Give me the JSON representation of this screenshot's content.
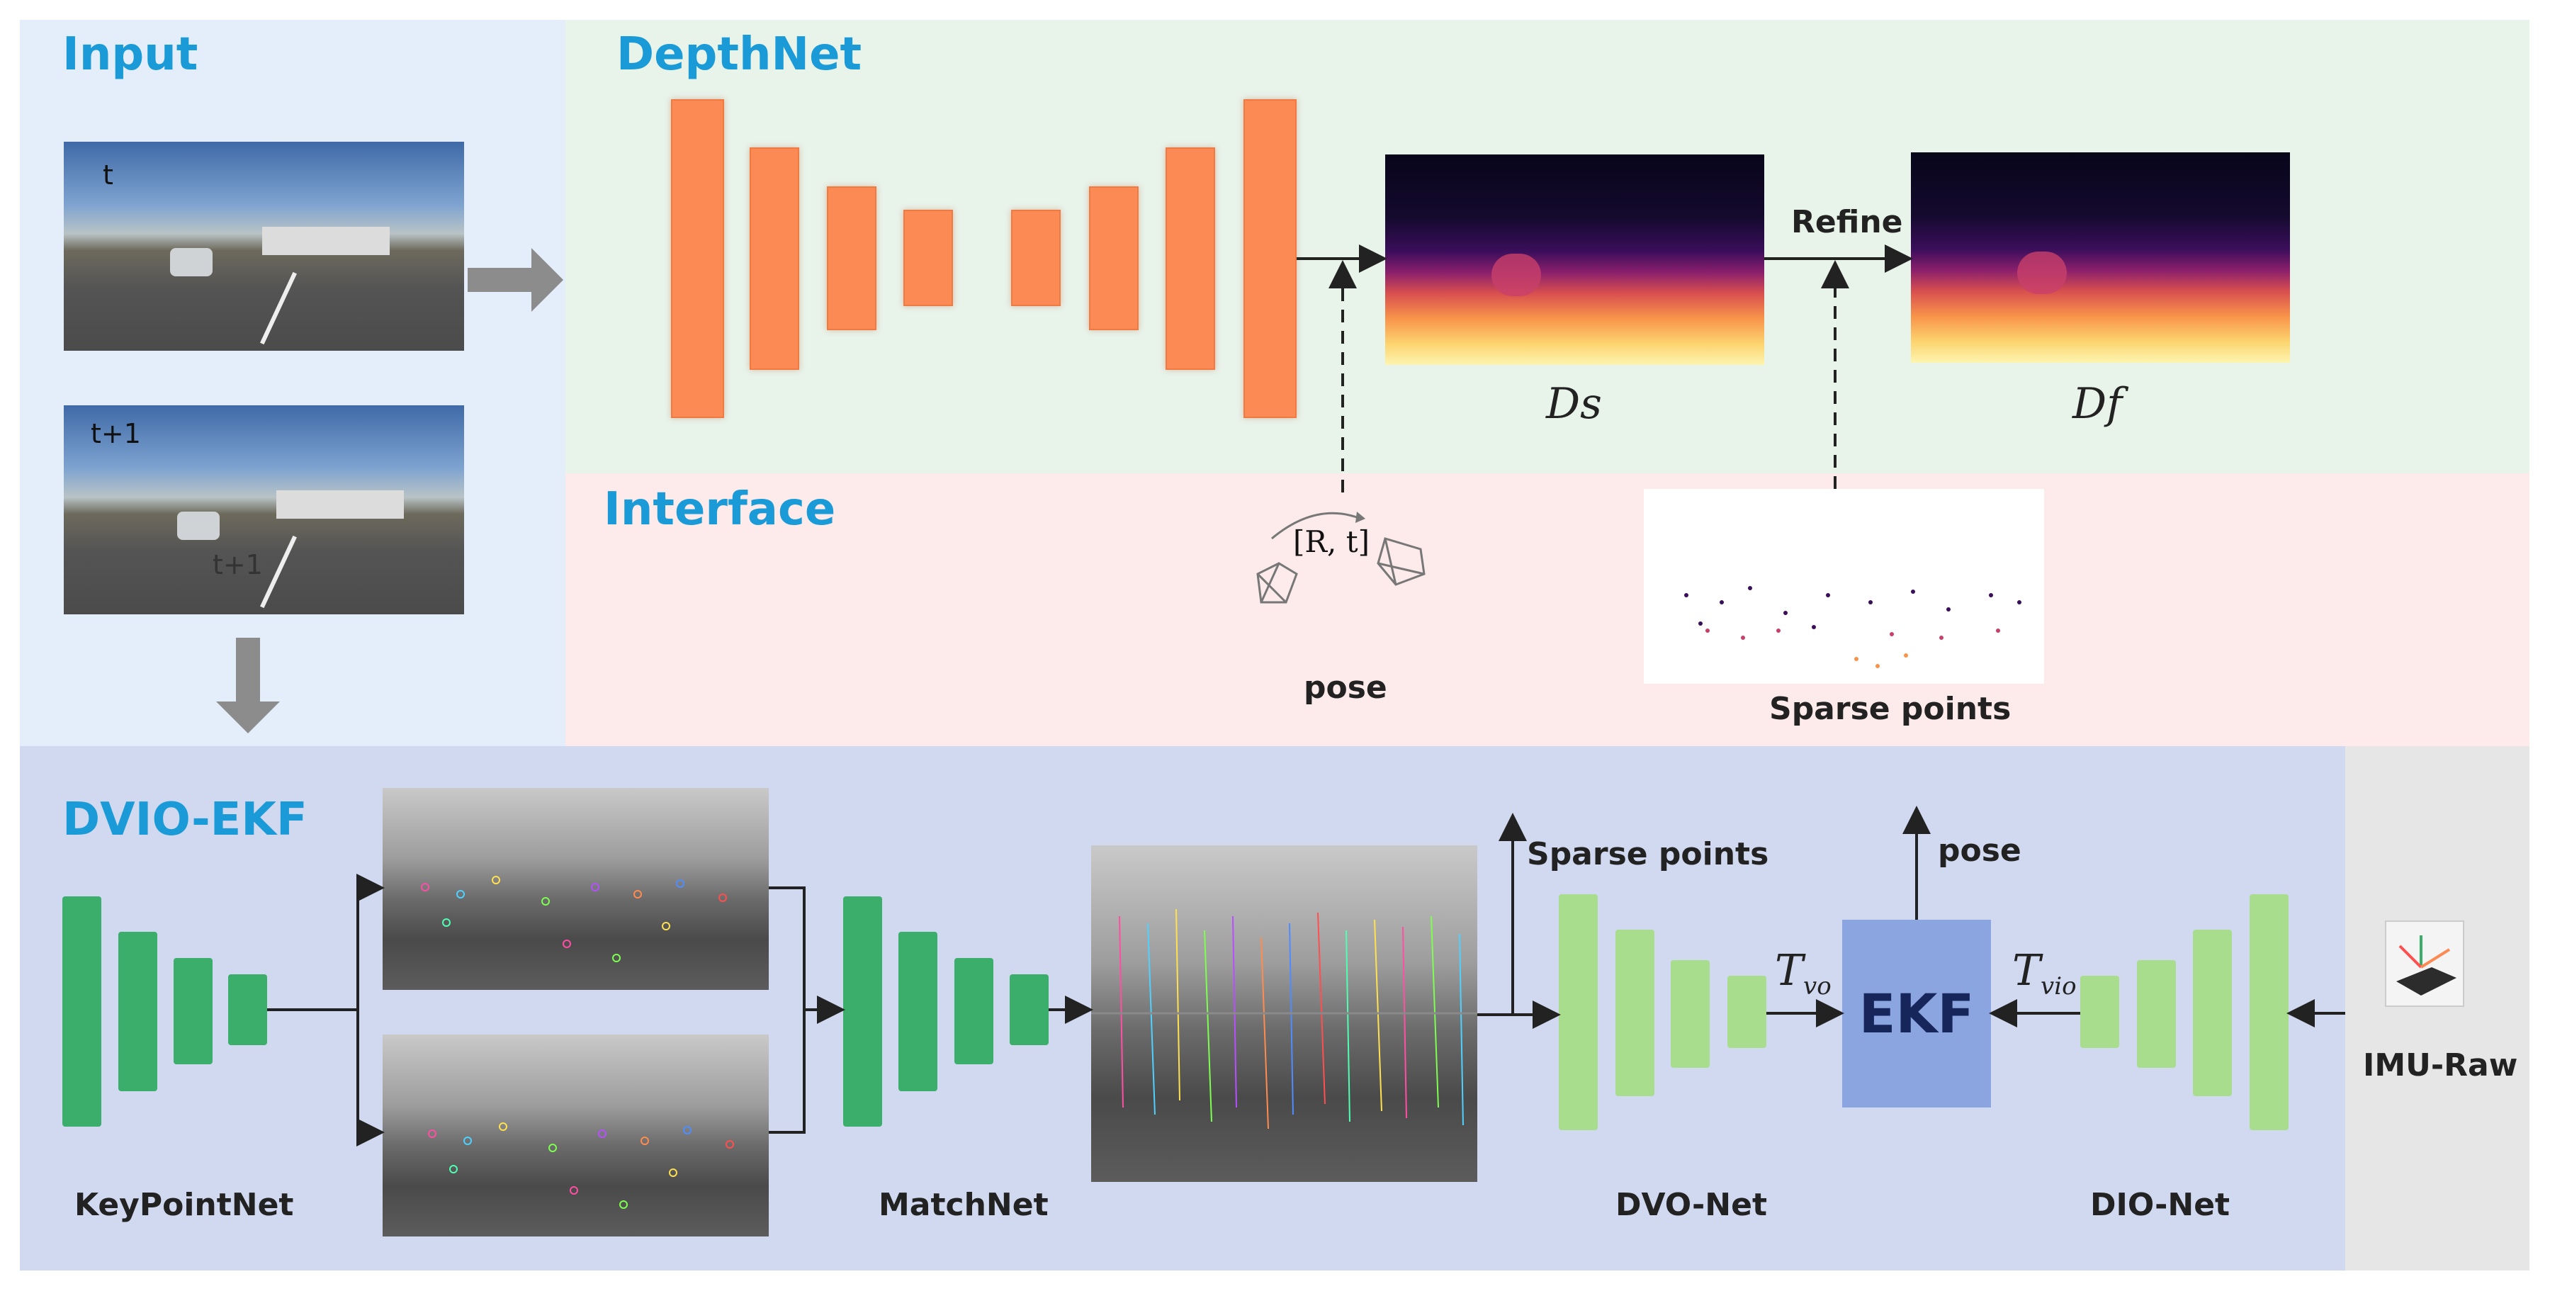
{
  "sections": {
    "input": "Input",
    "depthnet": "DepthNet",
    "interface": "Interface",
    "dvio": "DVIO-EKF"
  },
  "input_frames": {
    "frame_t": "t",
    "frame_t1": "t+1",
    "frame_t1_overlay": "t+1"
  },
  "depthnet": {
    "refine": "Refine",
    "ds": "Ds",
    "df": "Df"
  },
  "interface": {
    "pose_formula": "[R, t]",
    "pose": "pose",
    "sparse_points": "Sparse points"
  },
  "dvio": {
    "keypointnet": "KeyPointNet",
    "matchnet": "MatchNet",
    "sparse_points": "Sparse points",
    "pose": "pose",
    "tvo_main": "T",
    "tvo_sub": "vo",
    "tvio_main": "T",
    "tvio_sub": "vio",
    "ekf": "EKF",
    "dvo_net": "DVO-Net",
    "dio_net": "DIO-Net",
    "imu_raw": "IMU-Raw"
  },
  "colors": {
    "input_bg": "#e3eefa",
    "depthnet_bg": "#e8f3ea",
    "interface_bg": "#fdeaea",
    "dvio_bg": "#d0d9ef",
    "imu_bg": "#e6e6e6",
    "title_blue": "#1a9ad6",
    "encoder_orange": "#fb8a55",
    "keypoint_green": "#3aae6a",
    "odometry_green": "#a9dd8e",
    "ekf_blue": "#8aa5e0"
  }
}
